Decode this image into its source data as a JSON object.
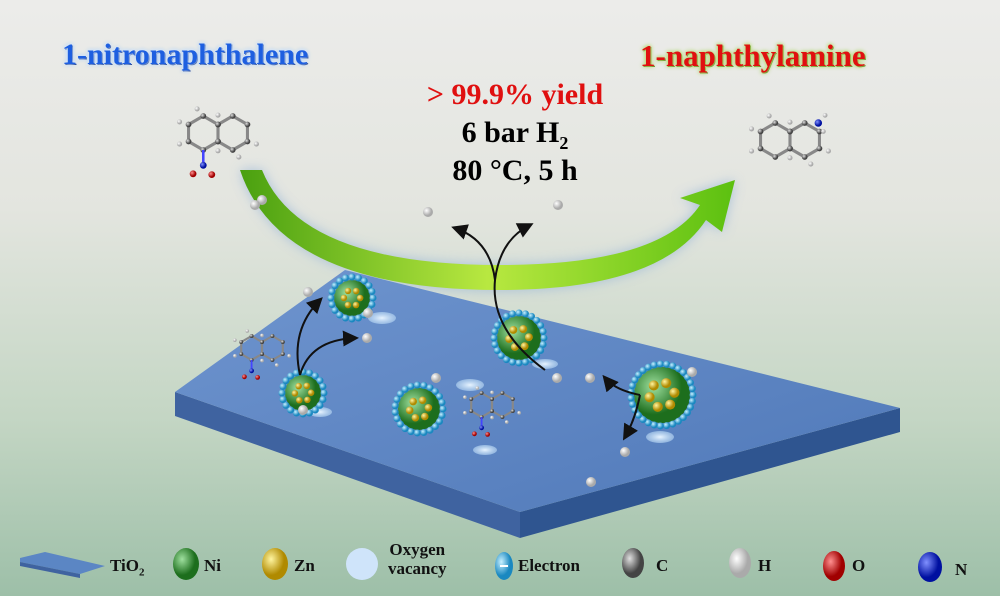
{
  "reactant_label": "1-nitronaphthalene",
  "product_label": "1-naphthylamine",
  "conditions": {
    "yield": "> 99.9% yield",
    "pressure_prefix": "6 bar H",
    "pressure_sub": "2",
    "temperature_time": "80 °C, 5 h"
  },
  "legend": {
    "tio2": "TiO",
    "tio2_sub": "2",
    "ni": "Ni",
    "zn": "Zn",
    "oxygen_vacancy_1": "Oxygen",
    "oxygen_vacancy_2": "vacancy",
    "electron": "Electron",
    "c": "C",
    "h": "H",
    "o": "O",
    "n": "N"
  },
  "colors": {
    "ni": "#2e8b2e",
    "zn": "#d8b820",
    "electron": "#3aaee0",
    "c": "#777777",
    "h": "#ffffff",
    "o": "#e01010",
    "n": "#1030d0",
    "tio2": "#5b86c4",
    "arrow": "#7acc20"
  }
}
